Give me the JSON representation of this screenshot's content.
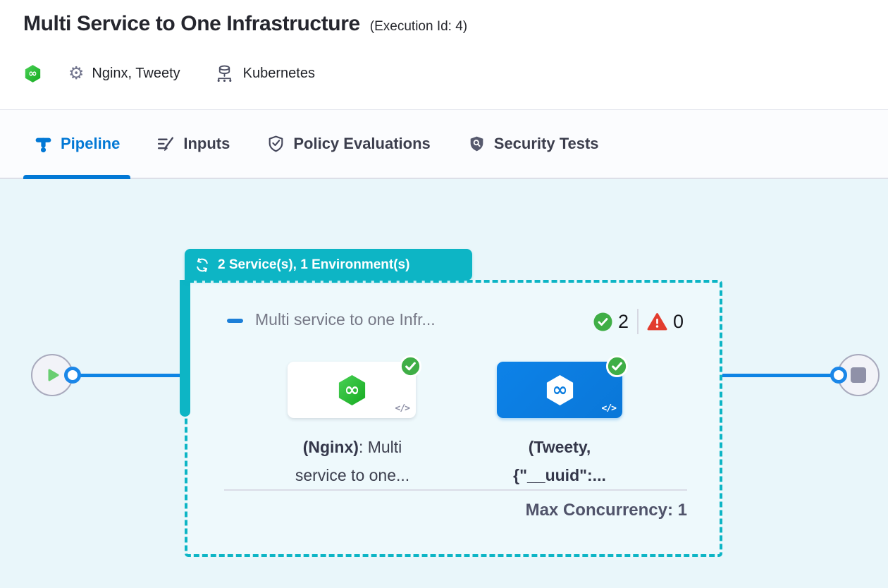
{
  "header": {
    "title": "Multi Service to One Infrastructure",
    "execution_id": "(Execution Id: 4)",
    "services": "Nginx, Tweety",
    "infrastructure": "Kubernetes"
  },
  "tabs": {
    "pipeline": "Pipeline",
    "inputs": "Inputs",
    "policy": "Policy Evaluations",
    "security": "Security Tests"
  },
  "stage": {
    "badge": "2 Service(s), 1 Environment(s)",
    "title": "Multi service to one Infr...",
    "success_count": "2",
    "error_count": "0",
    "max_concurrency": "Max Concurrency: 1",
    "code_icon_glyph": "</>",
    "nodes": [
      {
        "label_bold": "(Nginx)",
        "label_rest": ": Multi",
        "label_line2": "service to one...",
        "variant": "white"
      },
      {
        "label_bold": "(Tweety,",
        "label_rest": "",
        "label_line2": "{\"__uuid\":...",
        "variant": "blue"
      }
    ]
  },
  "colors": {
    "teal_accent": "#0db5c5",
    "primary_blue": "#0278d5",
    "connector_blue": "#0e84e4",
    "card_blue": "#0b7de0",
    "success_green": "#3fae46",
    "error_red": "#e23c2e",
    "logo_green": "#2fbe3a",
    "canvas_bg": "#e9f6fa"
  }
}
